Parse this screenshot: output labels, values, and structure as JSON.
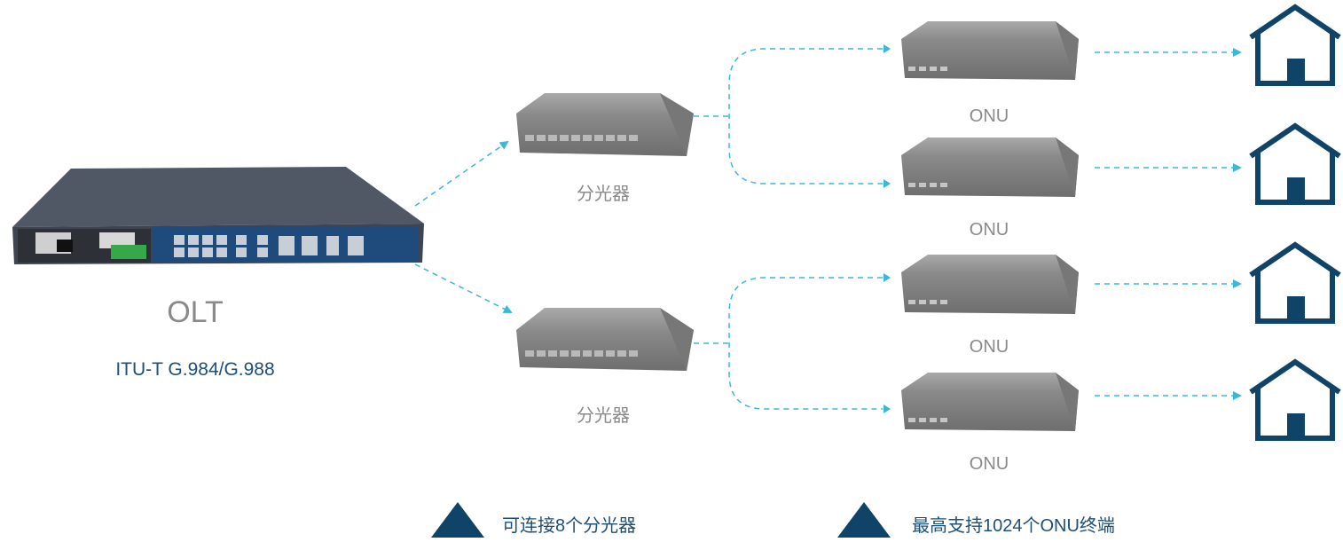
{
  "olt": {
    "label": "OLT",
    "standard": "ITU-T G.984/G.988"
  },
  "splitters": [
    {
      "label": "分光器"
    },
    {
      "label": "分光器"
    }
  ],
  "onus": [
    {
      "label": "ONU"
    },
    {
      "label": "ONU"
    },
    {
      "label": "ONU"
    },
    {
      "label": "ONU"
    }
  ],
  "notes": [
    {
      "text": "可连接8个分光器"
    },
    {
      "text": "最高支持1024个ONU终端"
    }
  ],
  "colors": {
    "arrow": "#3bb7d9",
    "house": "#0f4468",
    "text": "#8a8a8a",
    "standard": "#1d4f78"
  }
}
